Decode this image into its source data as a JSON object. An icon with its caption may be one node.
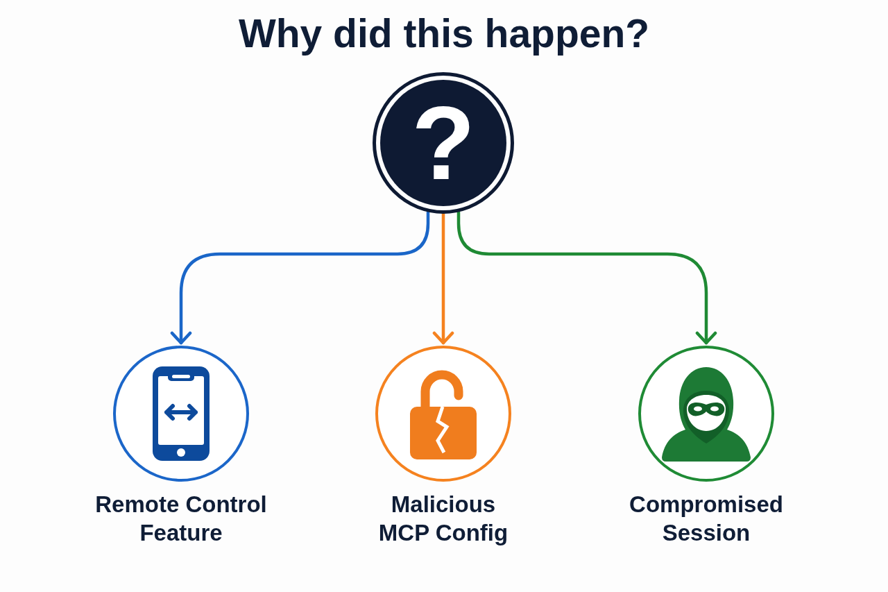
{
  "diagram": {
    "title": "Why did this happen?",
    "nodes": [
      {
        "text": [
          "?"
        ]
      },
      {
        "text": [
          "Remote Control Feature"
        ]
      },
      {
        "text": [
          "Malicious MCP Config"
        ]
      },
      {
        "text": [
          "Compromised Session"
        ]
      }
    ],
    "edges": [
      {
        "from": 0,
        "to": 1,
        "arrow": "to",
        "color": "#1a66c8"
      },
      {
        "from": 0,
        "to": 2,
        "arrow": "to",
        "color": "#f5821f"
      },
      {
        "from": 0,
        "to": 3,
        "arrow": "to",
        "color": "#1f8a34"
      }
    ]
  }
}
